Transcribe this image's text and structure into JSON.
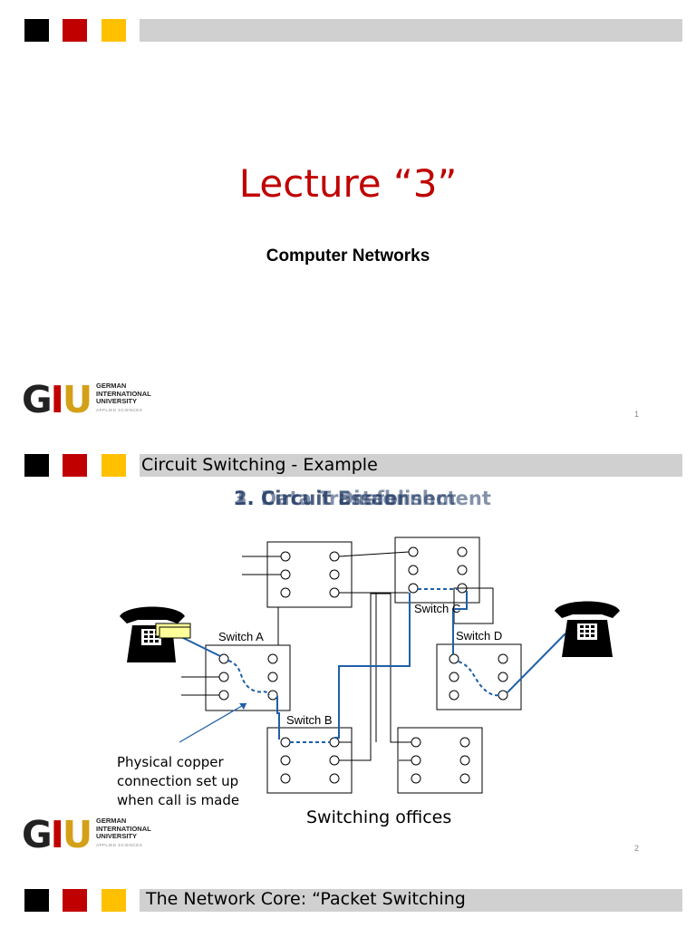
{
  "slide1": {
    "title": "Lecture “3”",
    "subtitle": "Computer Networks",
    "page_number": "1",
    "logo": {
      "letters": "GIU",
      "line1": "GERMAN",
      "line2": "INTERNATIONAL",
      "line3": "UNIVERSITY",
      "tagline": "APPLIED SCIENCES"
    }
  },
  "slide2": {
    "header": "Circuit Switching - Example",
    "overlapping_title_a": "1. Circuit Establishment",
    "overlapping_title_b": "2. Data Transfer",
    "overlapping_title_c": "3. Circuit Disconnect",
    "switch_a": "Switch A",
    "switch_b": "Switch B",
    "switch_c": "Switch C",
    "switch_d": "Switch D",
    "annotation_line1": "Physical copper",
    "annotation_line2": "connection set up",
    "annotation_line3": "when call is made",
    "caption": "Switching offices",
    "page_number": "2",
    "logo": {
      "letters": "GIU",
      "line1": "GERMAN",
      "line2": "INTERNATIONAL",
      "line3": "UNIVERSITY",
      "tagline": "APPLIED SCIENCES"
    }
  },
  "slide3": {
    "header": "The Network Core: “Packet Switching"
  },
  "colors": {
    "accent_red": "#c00000",
    "accent_yellow": "#ffc000",
    "circuit_blue": "#1f5fa8",
    "header_bar": "#d0d0d0"
  }
}
